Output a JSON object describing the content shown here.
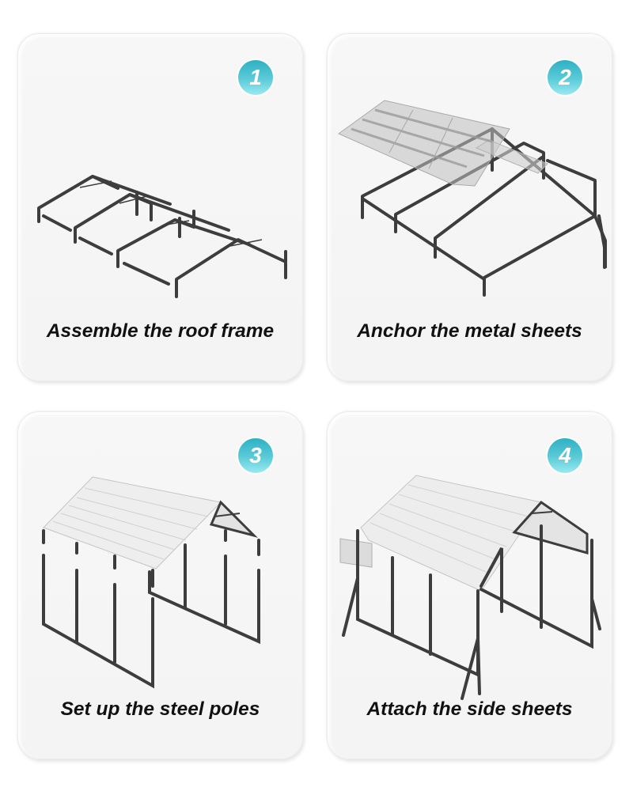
{
  "steps": [
    {
      "number": "1",
      "caption": "Assemble the roof frame",
      "illustration": "roof-frame-assembly"
    },
    {
      "number": "2",
      "caption": "Anchor the metal sheets",
      "illustration": "metal-sheets-on-frame"
    },
    {
      "number": "3",
      "caption": "Set up the steel poles",
      "illustration": "steel-poles-carport"
    },
    {
      "number": "4",
      "caption": "Attach the side sheets",
      "illustration": "side-sheets-carport"
    }
  ],
  "colors": {
    "badge_top": "#2db1c3",
    "badge_bottom": "#9ae9f1",
    "card_bg": "#f5f5f5",
    "frame": "#3d3d3d",
    "caption_text": "#111111"
  }
}
